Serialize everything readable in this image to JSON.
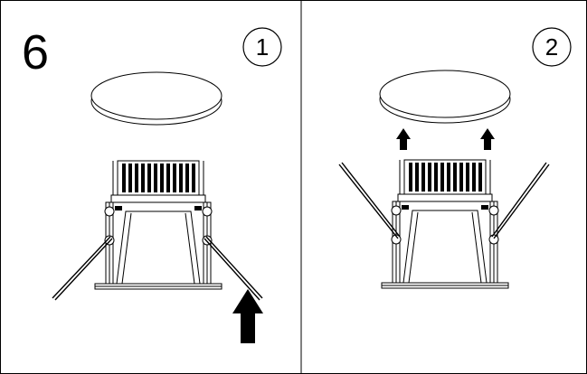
{
  "step_number": "6",
  "panels": [
    {
      "sub_step": "1"
    },
    {
      "sub_step": "2"
    }
  ]
}
